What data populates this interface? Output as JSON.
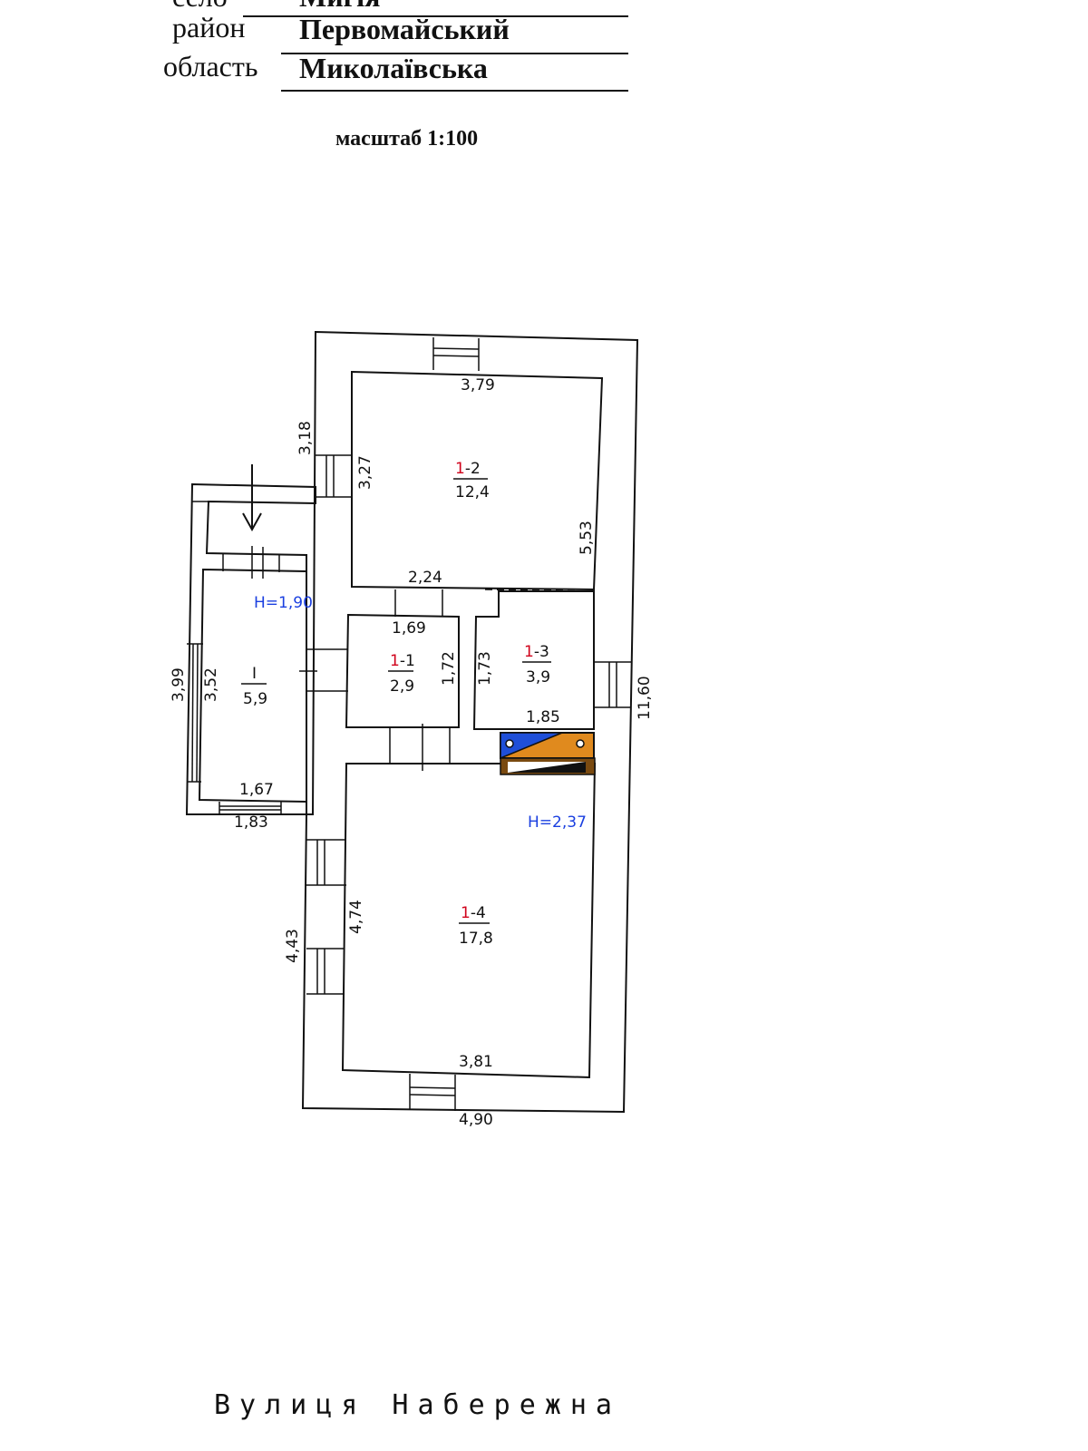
{
  "header": {
    "selo_label": "село",
    "selo_value": "Мигія",
    "raion_label": "район",
    "raion_value": "Первомайський",
    "oblast_label": "область",
    "oblast_value": "Миколаївська"
  },
  "scale_label": "масштаб 1:100",
  "rooms": {
    "r1": {
      "prefix": "",
      "suffix": "I",
      "area": "5,9"
    },
    "r11": {
      "prefix": "1",
      "suffix": "-1",
      "area": "2,9"
    },
    "r12": {
      "prefix": "1",
      "suffix": "-2",
      "area": "12,4"
    },
    "r13": {
      "prefix": "1",
      "suffix": "-3",
      "area": "3,9"
    },
    "r14": {
      "prefix": "1",
      "suffix": "-4",
      "area": "17,8"
    }
  },
  "heights": {
    "h1": "H=1,90",
    "h2": "H=2,37"
  },
  "dimensions": {
    "d379": "3,79",
    "d318": "3,18",
    "d327": "3,27",
    "d553": "5,53",
    "d224": "2,24",
    "d169": "1,69",
    "d172": "1,72",
    "d173": "1,73",
    "d185": "1,85",
    "d399": "3,99",
    "d352": "3,52",
    "d167": "1,67",
    "d183": "1,83",
    "d1160": "11,60",
    "d474": "4,74",
    "d443": "4,43",
    "d381": "3,81",
    "d490": "4,90"
  },
  "street_label": "Вулиця Набережна",
  "colors": {
    "stove_blue": "#1f4fd8",
    "stove_orange": "#e08a1e",
    "label_red": "#d0021b",
    "height_blue": "#1a3fe0"
  }
}
